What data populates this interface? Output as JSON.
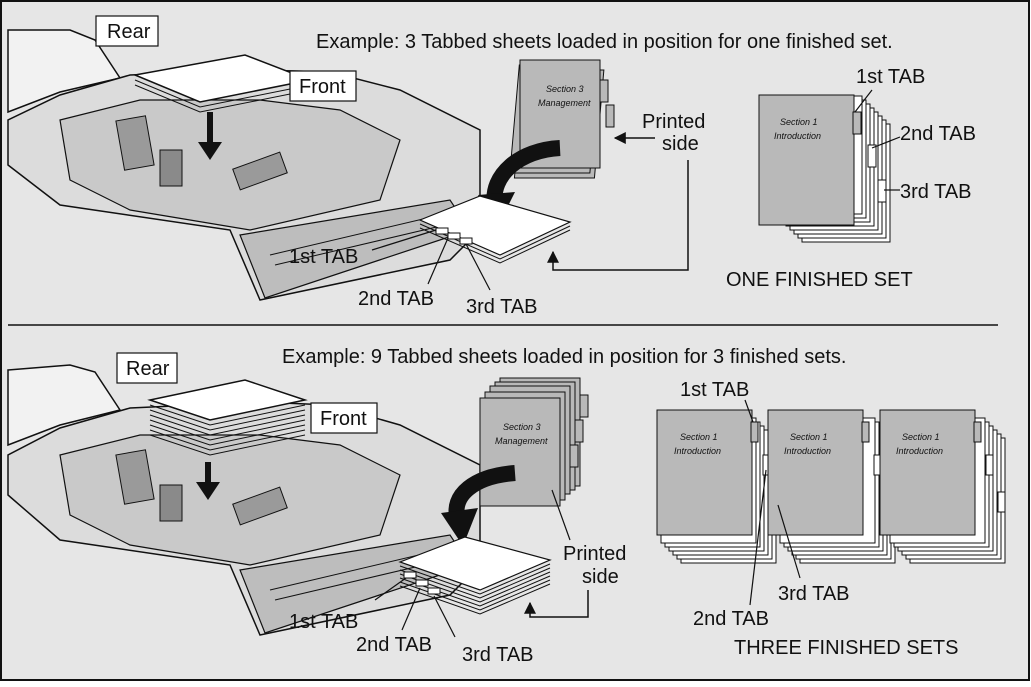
{
  "panel_top": {
    "caption": "Example: 3 Tabbed sheets loaded in position for one finished set.",
    "rear_label": "Rear",
    "front_label": "Front",
    "printed_side_line1": "Printed",
    "printed_side_line2": "side",
    "card_line1": "Section 3",
    "card_line2": "Management",
    "stack_tab1": "1st TAB",
    "stack_tab2": "2nd TAB",
    "stack_tab3": "3rd TAB",
    "set_card_line1": "Section 1",
    "set_card_line2": "Introduction",
    "set_tab1": "1st TAB",
    "set_tab2": "2nd TAB",
    "set_tab3": "3rd TAB",
    "set_caption": "ONE FINISHED SET"
  },
  "panel_bottom": {
    "caption": "Example: 9 Tabbed sheets loaded in position for 3 finished sets.",
    "rear_label": "Rear",
    "front_label": "Front",
    "printed_side_line1": "Printed",
    "printed_side_line2": "side",
    "card_line1": "Section 3",
    "card_line2": "Management",
    "stack_tab1": "1st TAB",
    "stack_tab2": "2nd TAB",
    "stack_tab3": "3rd TAB",
    "set_card_line1": "Section 1",
    "set_card_line2": "Introduction",
    "set_tab1": "1st TAB",
    "set_tab2": "2nd TAB",
    "set_tab3": "3rd TAB",
    "set_caption": "THREE FINISHED SETS"
  },
  "colors": {
    "panel_bg": "#e6e6e6",
    "card_gray": "#b9b9b9",
    "tray_body": "#cfcfcf",
    "line": "#111111"
  }
}
